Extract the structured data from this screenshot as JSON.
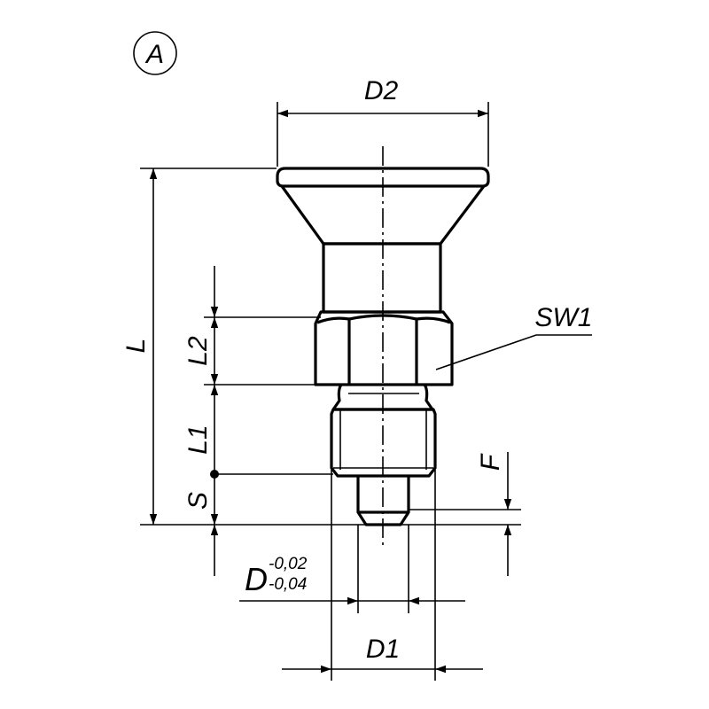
{
  "view_marker": "A",
  "dimensions": {
    "d2": "D2",
    "l": "L",
    "l2": "L2",
    "l1": "L1",
    "s": "S",
    "f": "F",
    "sw1": "SW1",
    "d": "D",
    "d_tol_upper": "-0,02",
    "d_tol_lower": "-0,04",
    "d1": "D1"
  }
}
